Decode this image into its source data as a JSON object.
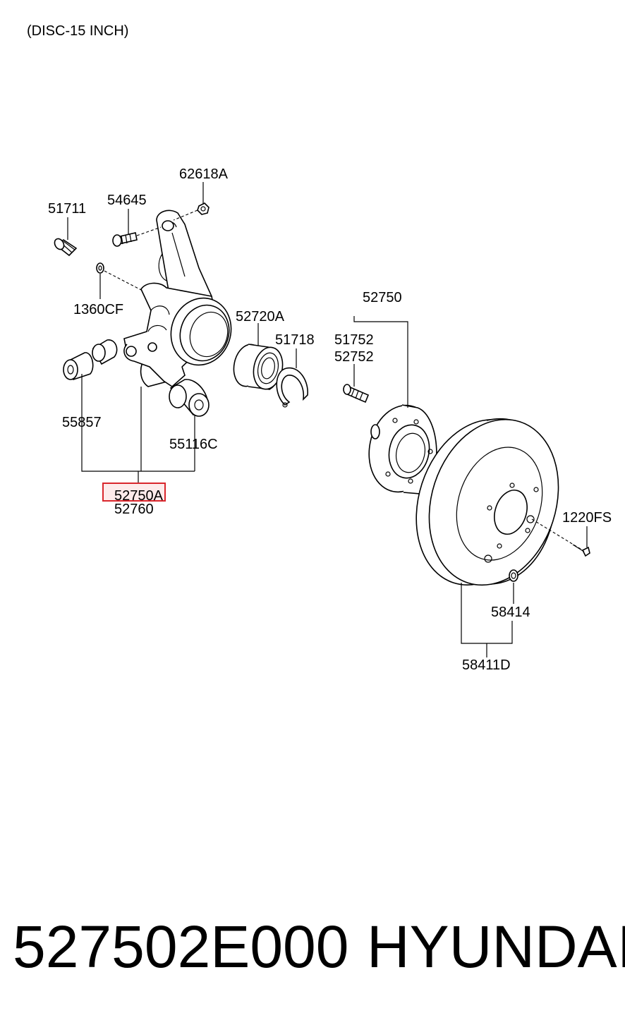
{
  "diagram": {
    "variant_note": "(DISC-15 INCH)",
    "labels": {
      "p62618A": "62618A",
      "p54645": "54645",
      "p51711": "51711",
      "p1360CF": "1360CF",
      "p52720A": "52720A",
      "p51718": "51718",
      "p52750": "52750",
      "p51752": "51752",
      "p52752": "52752",
      "p55857": "55857",
      "p55116C": "55116C",
      "p52750A": "52750A",
      "p52760": "52760",
      "p1220FS": "1220FS",
      "p58414": "58414",
      "p58411D": "58411D"
    },
    "highlighted_part": "52750A"
  },
  "footer": {
    "part_number": "527502E000",
    "brand": "HYUNDAI"
  }
}
